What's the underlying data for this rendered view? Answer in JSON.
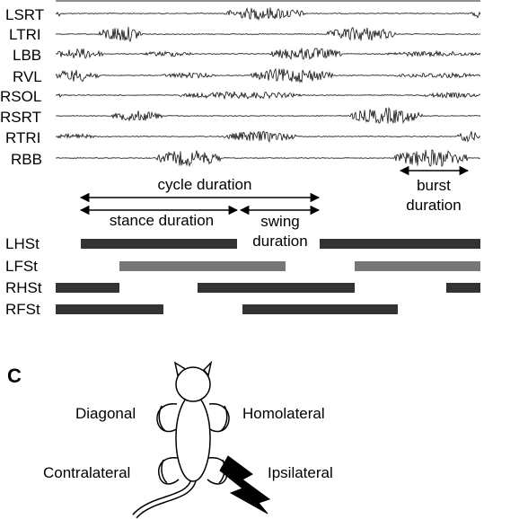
{
  "emg": {
    "channels": [
      {
        "label": "LSRT"
      },
      {
        "label": "LTRI"
      },
      {
        "label": "LBB"
      },
      {
        "label": "RVL"
      },
      {
        "label": "RSOL"
      },
      {
        "label": "RSRT"
      },
      {
        "label": "RTRI"
      },
      {
        "label": "RBB"
      }
    ]
  },
  "annotations": {
    "cycle": "cycle duration",
    "stance": "stance duration",
    "swing_line1": "swing",
    "swing_line2": "duration",
    "burst_line1": "burst",
    "burst_line2": "duration"
  },
  "footfalls": {
    "rows": [
      {
        "label": "LHSt",
        "color": "#333333"
      },
      {
        "label": "LFSt",
        "color": "#777777"
      },
      {
        "label": "RHSt",
        "color": "#333333"
      },
      {
        "label": "RFSt",
        "color": "#333333"
      }
    ]
  },
  "panel_c": {
    "panel_letter": "C",
    "diagonal": "Diagonal",
    "homolateral": "Homolateral",
    "contralateral": "Contralateral",
    "ipsilateral": "Ipsilateral"
  }
}
